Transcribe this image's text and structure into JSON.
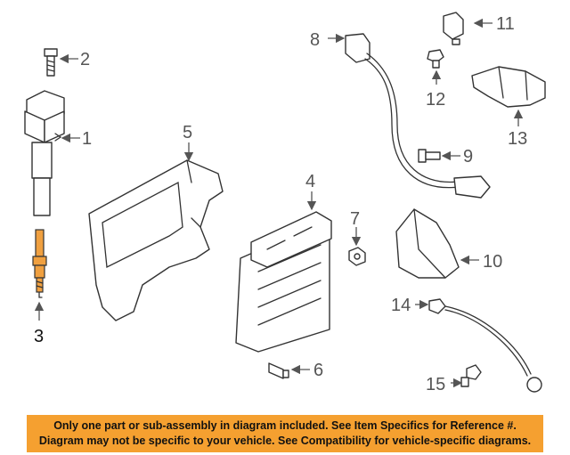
{
  "callouts": {
    "c1": "1",
    "c2": "2",
    "c3": "3",
    "c4": "4",
    "c5": "5",
    "c6": "6",
    "c7": "7",
    "c8": "8",
    "c9": "9",
    "c10": "10",
    "c11": "11",
    "c12": "12",
    "c13": "13",
    "c14": "14",
    "c15": "15"
  },
  "notice": {
    "line1": "Only one part or sub-assembly in diagram included. See Item Specifics for Reference #.",
    "line2": "Diagram may not be specific to your vehicle. See Compatibility for vehicle-specific diagrams."
  },
  "colors": {
    "notice_background": "#f5a030",
    "highlight_part": "#f0a040"
  }
}
